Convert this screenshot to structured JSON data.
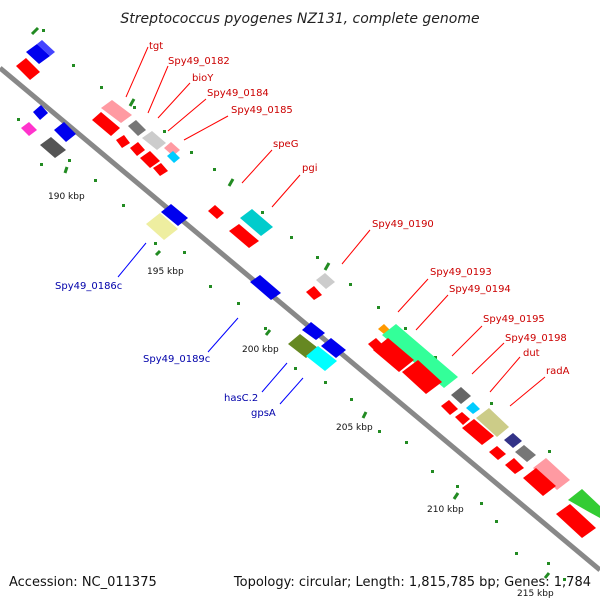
{
  "title": "Streptococcus pyogenes NZ131, complete genome",
  "footer": {
    "accession": "Accession: NC_011375",
    "summary": "Topology: circular; Length: 1,815,785 bp; Genes: 1,784"
  },
  "colors": {
    "backbone": "#888888",
    "tick": "#228B22",
    "label_red": "#cc0000",
    "label_blue": "#0000aa",
    "leader_red": "#ff0000",
    "leader_blue": "#0000ff"
  },
  "kbp_labels": [
    "190 kbp",
    "195 kbp",
    "200 kbp",
    "205 kbp",
    "210 kbp",
    "215 kbp"
  ],
  "gene_labels_red": [
    "tgt",
    "Spy49_0182",
    "bioY",
    "Spy49_0184",
    "Spy49_0185",
    "speG",
    "pgi",
    "Spy49_0190",
    "Spy49_0193",
    "Spy49_0194",
    "Spy49_0195",
    "Spy49_0198",
    "dut",
    "radA"
  ],
  "gene_labels_blue": [
    "Spy49_0186c",
    "Spy49_0189c",
    "hasC.2",
    "gpsA"
  ]
}
